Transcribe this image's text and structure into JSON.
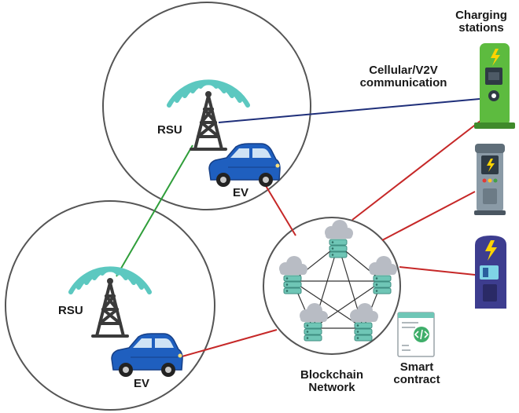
{
  "labels": {
    "charging_stations_line1": "Charging",
    "charging_stations_line2": "stations",
    "comm_line1": "Cellular/V2V",
    "comm_line2": "communication",
    "rsu_top": "RSU",
    "ev_top": "EV",
    "rsu_bottom": "RSU",
    "ev_bottom": "EV",
    "blockchain_line1": "Blockchain",
    "blockchain_line2": "Network",
    "smart_contract_line1": "Smart",
    "smart_contract_line2": "contract"
  },
  "colors": {
    "cellular_link": "#1f2f7a",
    "v2v_link": "#2f9e3a",
    "blockchain_link": "#c62828",
    "signal_teal": "#5cc8c0",
    "tower": "#3a3a3a",
    "ev_blue": "#1f5fbf",
    "station_green": "#5dbb3f",
    "station_grey": "#8a9aa6",
    "station_purple": "#3d3d8f",
    "server": "#6fc6b6",
    "cloud": "#b8bcc4"
  },
  "icons": [
    "radio-tower-icon",
    "electric-car-icon",
    "charging-station-icon",
    "server-node-icon",
    "cloud-icon",
    "smart-contract-document-icon",
    "lightning-bolt-icon"
  ]
}
